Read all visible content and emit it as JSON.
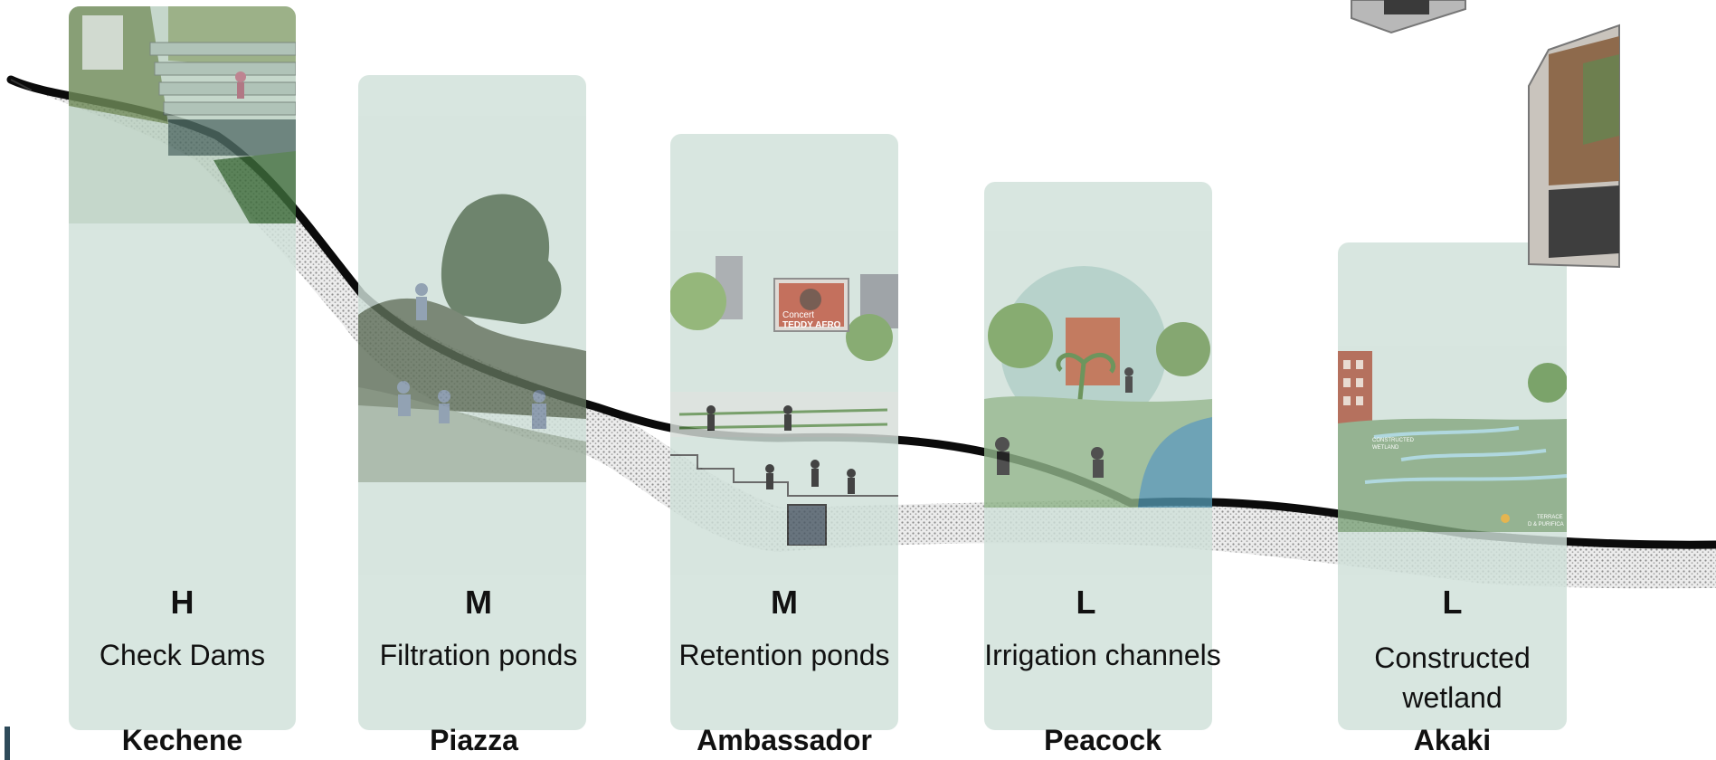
{
  "colors": {
    "card": "#cfe0d9",
    "ground_line": "#0b0b0b",
    "soil": "#b9b9b9",
    "text": "#111111",
    "accent": "#2e4a5a"
  },
  "stations": [
    {
      "level": "H",
      "strategy_lines": [
        "Check Dams"
      ],
      "place": "Kechene"
    },
    {
      "level": "M",
      "strategy_lines": [
        "Filtration ponds"
      ],
      "place": "Piazza"
    },
    {
      "level": "M",
      "strategy_lines": [
        "Retention ponds"
      ],
      "place": "Ambassador"
    },
    {
      "level": "L",
      "strategy_lines": [
        "Irrigation channels"
      ],
      "place": "Peacock"
    },
    {
      "level": "L",
      "strategy_lines": [
        "Constructed",
        "wetland"
      ],
      "place": "Akaki"
    }
  ],
  "billboard": {
    "line1": "Concert",
    "line2": "TEDDY AFRO"
  },
  "wetland_tag": {
    "line1": "CONSTRUCTED",
    "line2": "WETLAND"
  },
  "terrace_tag": {
    "line1": "TERRACE",
    "line2": "D & PURIFICA"
  }
}
